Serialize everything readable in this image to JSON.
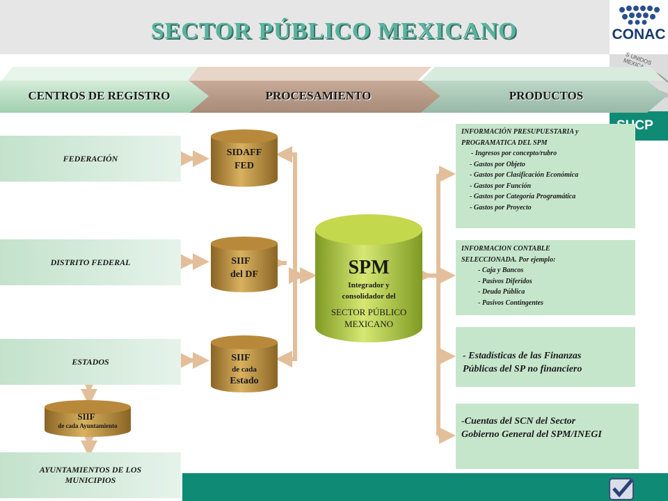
{
  "title": "SECTOR   PÚBLICO  MEXICANO",
  "logo": {
    "text": "CONAC",
    "shcp": "SHCP",
    "seal_text": "S UNIDOS MEXICA"
  },
  "stages": [
    "CENTROS DE REGISTRO",
    "PROCESAMIENTO",
    "PRODUCTOS"
  ],
  "sources": [
    "FEDERACIÓN",
    "DISTRITO FEDERAL",
    "ESTADOS",
    "AYUNTAMIENTOS  DE LOS MUNICIPIOS"
  ],
  "systems": {
    "sidaff": {
      "line1": "SIDAFF",
      "line2": "FED"
    },
    "siif_df": {
      "line1": "SIIF",
      "line2": "del DF"
    },
    "siif_estado": {
      "line1": "SIIF",
      "line2": "de cada",
      "line3": "Estado"
    },
    "siif_ayuntamiento": {
      "line1": "SIIF",
      "line2": "de cada Ayuntamiento"
    }
  },
  "spm": {
    "title": "SPM",
    "subtitle1": "Integrador y",
    "subtitle2": "consolidador del",
    "line1": "SECTOR PÚBLICO",
    "line2": "MEXICANO"
  },
  "products": {
    "presupuestaria": {
      "heading1": "INFORMACIÓN PRESUPUESTARIA  y",
      "heading2": "PROGRAMATICA DEL SPM",
      "items": [
        "- Ingresos por concepto/rubro",
        "- Gastos por Objeto",
        "- Gastos por Clasificación Económica",
        "- Gastos por Función",
        "- Gastos por Categoría Programática",
        "- Gastos por Proyecto"
      ]
    },
    "contable": {
      "heading1": "INFORMACION  CONTABLE",
      "heading2": "SELECCIONADA.  Por ejemplo:",
      "items": [
        "- Caja y Bancos",
        "- Pasivos Diferidos",
        "- Deuda Pública",
        "- Pasivos Contingentes"
      ]
    },
    "estadisticas": {
      "line1": "- Estadísticas  de las Finanzas",
      "line2": "Públicas del SP no financiero"
    },
    "cuentas": {
      "line1": "-Cuentas del SCN del  Sector",
      "line2": "Gobierno General del SPM/INEGI"
    }
  },
  "colors": {
    "title": "#58b4a0",
    "teal": "#0f8a74",
    "box_green": "#c6e6cc",
    "arrow": "#e2bf9a",
    "cylinder": "#c79a3e",
    "spm_cylinder": "#b8cf46"
  }
}
